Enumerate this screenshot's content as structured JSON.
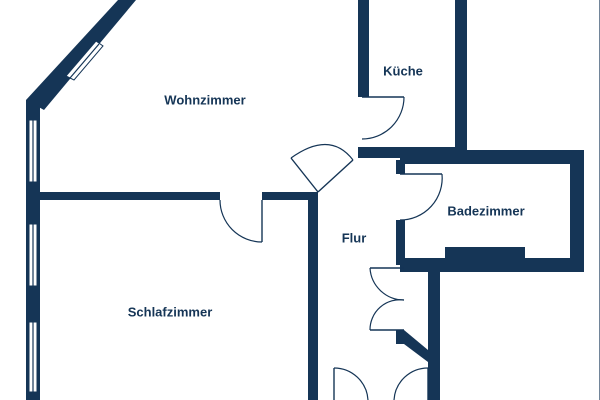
{
  "floorplan": {
    "colors": {
      "wall": "#153556",
      "background": "#ffffff",
      "label": "#153556"
    },
    "rooms": {
      "wohnzimmer": "Wohnzimmer",
      "kueche": "Küche",
      "badezimmer": "Badezimmer",
      "flur": "Flur",
      "schlafzimmer": "Schlafzimmer"
    }
  }
}
